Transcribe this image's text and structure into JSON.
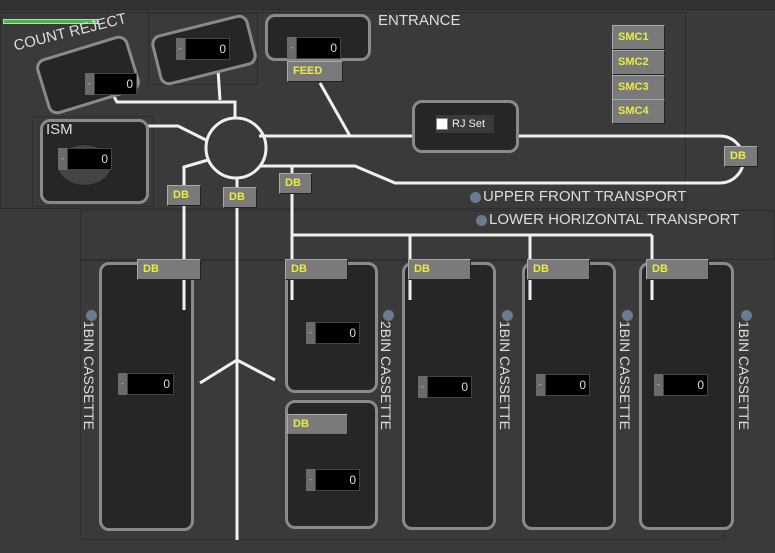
{
  "progress_percent": 100,
  "labels": {
    "count_reject": "COUNT REJECT",
    "entrance": "ENTRANCE",
    "ism": "ISM",
    "upper_front": "UPPER FRONT TRANSPORT",
    "lower_horizontal": "LOWER HORIZONTAL TRANSPORT"
  },
  "counters": {
    "count_reject": "0",
    "reject2": "0",
    "entrance": "0",
    "ism": "0",
    "cas1": "0",
    "cas2a": "0",
    "cas2b": "0",
    "cas3": "0",
    "cas4": "0",
    "cas5": "0"
  },
  "minus": "-",
  "buttons": {
    "feed": "FEED",
    "db": "DB",
    "smc": [
      "SMC1",
      "SMC2",
      "SMC3",
      "SMC4"
    ]
  },
  "rj_set": "RJ Set",
  "cassettes": [
    "1BIN CASSETTE",
    "2BIN CASSETTE",
    "1BIN CASSETTE",
    "1BIN CASSETTE",
    "1BIN CASSETTE"
  ],
  "colors": {
    "button_text": "#ecec40",
    "progress": "#3fbf3f"
  }
}
